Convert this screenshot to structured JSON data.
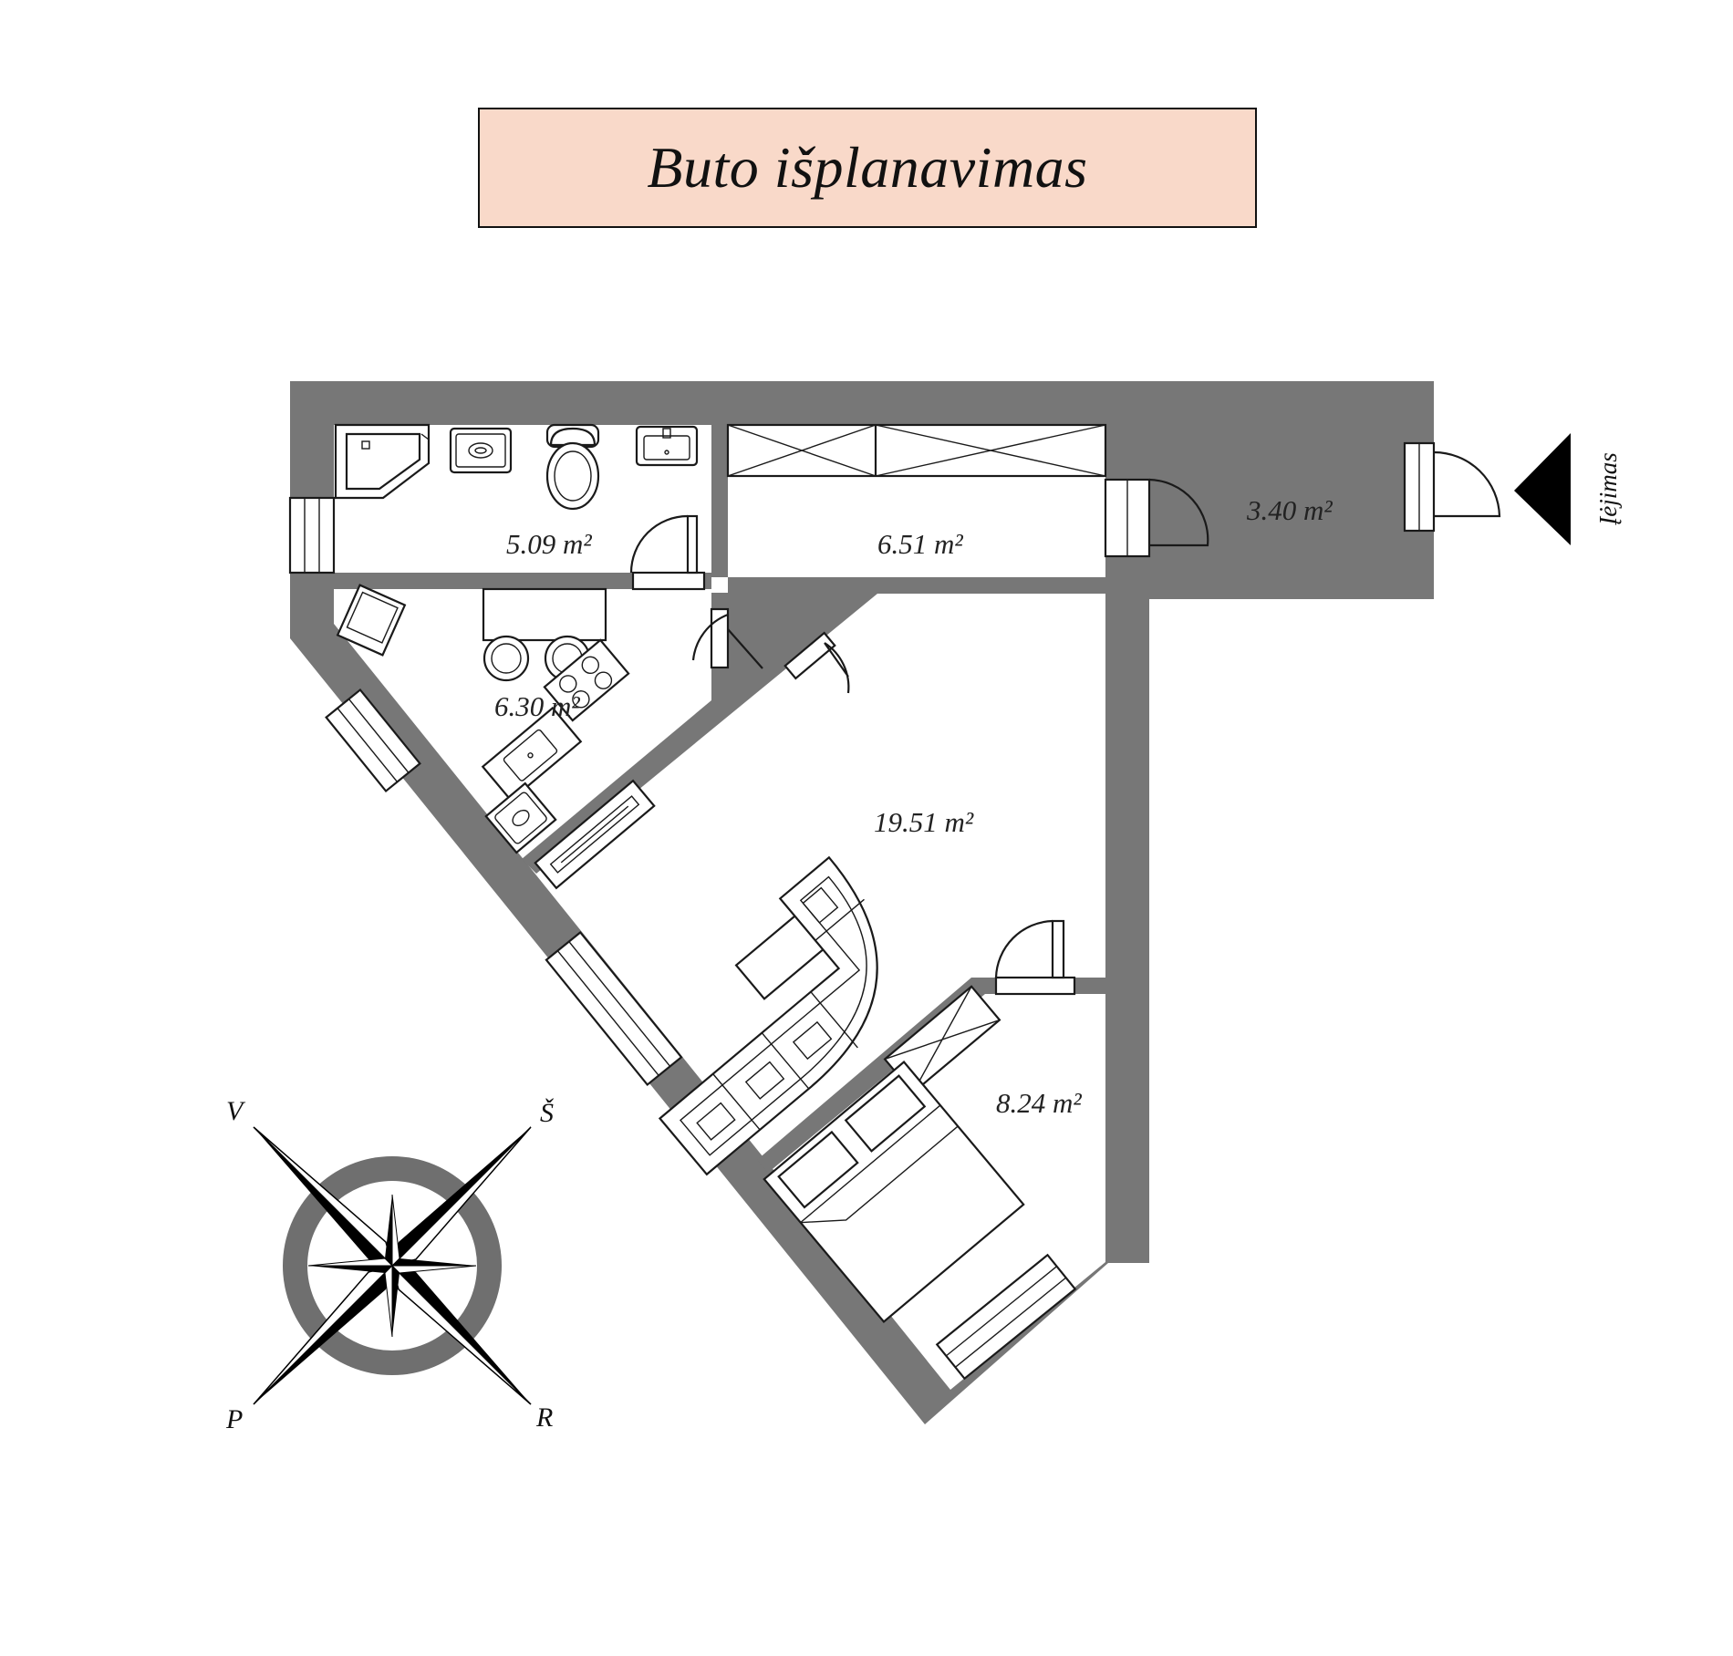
{
  "title": "Buto išplanavimas",
  "rooms": [
    {
      "id": "bathroom",
      "area": "5.09 m²"
    },
    {
      "id": "hallway",
      "area": "6.51 m²"
    },
    {
      "id": "vestibule",
      "area": "3.40 m²"
    },
    {
      "id": "kitchen",
      "area": "6.30 m²"
    },
    {
      "id": "living-room",
      "area": "19.51 m²"
    },
    {
      "id": "bedroom",
      "area": "8.24 m²"
    }
  ],
  "entrance_label": "Įėjimas",
  "compass": {
    "nw": "V",
    "ne": "Š",
    "sw": "P",
    "se": "R"
  },
  "colors": {
    "wall": "#777777",
    "title_bg": "#f9d9c9",
    "background": "#ffffff"
  }
}
